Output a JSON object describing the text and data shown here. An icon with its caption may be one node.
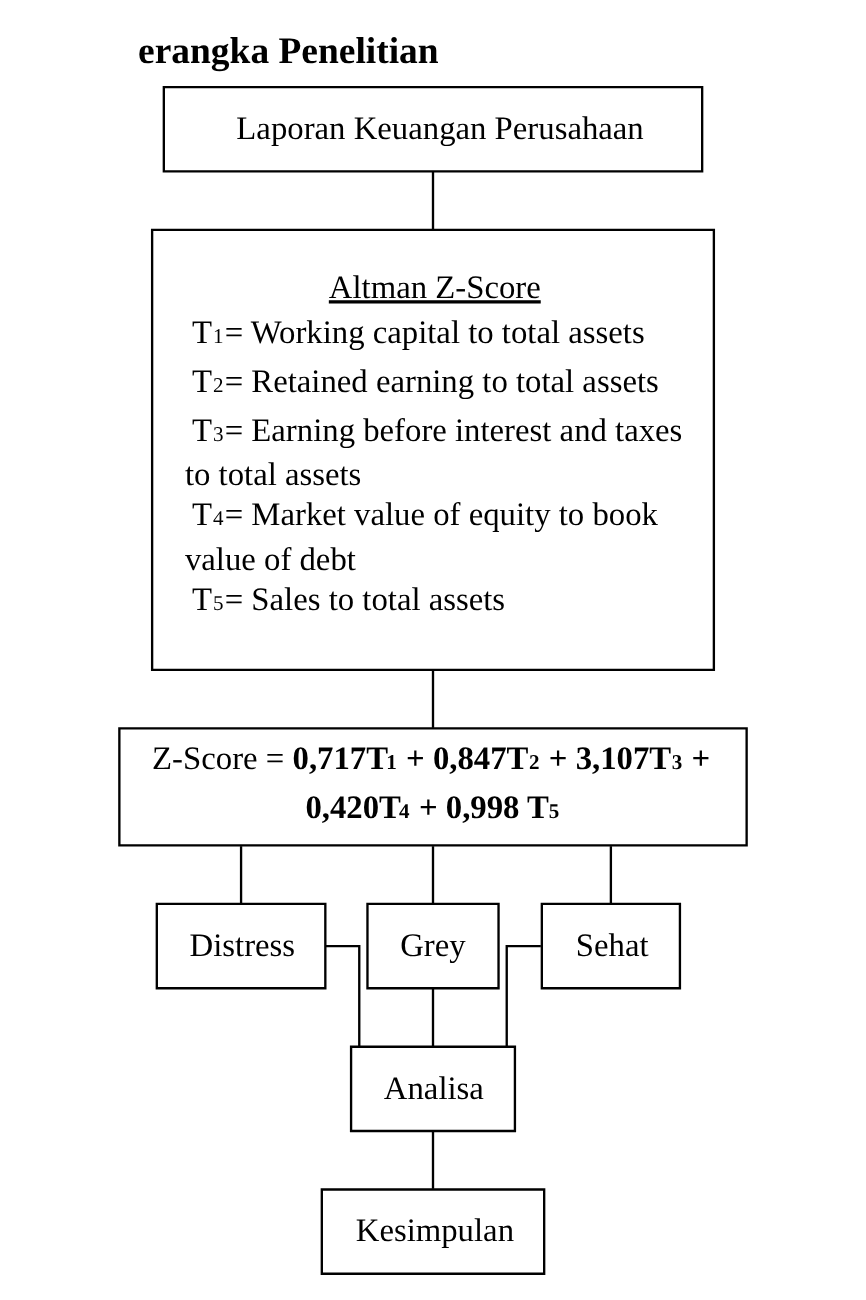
{
  "diagram": {
    "title": "erangka Penelitian",
    "nodes": [
      {
        "text": [
          "Laporan Keuangan Perusahaan"
        ]
      },
      {
        "text": [
          "Altman Z-Score",
          "T$^{1}$= Working capital to total assets",
          "T$^{2}$= Retained earning to total assets",
          "T$^{3}$= Earning before interest and taxes to total assets",
          "T$^{4}$= Market value of equity to book value of debt",
          "T$^{5}$= Sales to total assets"
        ]
      },
      {
        "text": [
          "Z-Score = **0,717T$^{1}$ + 0,847T$^{2}$ + 3,107T$^{3}$ + 0,420T$^{4}$ + 0,998 T$^{5}$**"
        ]
      },
      {
        "text": [
          "Distress"
        ]
      },
      {
        "text": [
          "Grey"
        ]
      },
      {
        "text": [
          "Sehat"
        ]
      },
      {
        "text": [
          "Analisa"
        ]
      },
      {
        "text": [
          "Kesimpulan"
        ]
      }
    ],
    "edges": [
      {
        "from": 0,
        "to": 1,
        "arrow": "none"
      },
      {
        "from": 1,
        "to": 2,
        "arrow": "none"
      },
      {
        "from": 2,
        "to": 3,
        "arrow": "none"
      },
      {
        "from": 2,
        "to": 4,
        "arrow": "none"
      },
      {
        "from": 2,
        "to": 5,
        "arrow": "none"
      },
      {
        "from": 3,
        "to": 6,
        "arrow": "none"
      },
      {
        "from": 4,
        "to": 6,
        "arrow": "none"
      },
      {
        "from": 5,
        "to": 6,
        "arrow": "none"
      },
      {
        "from": 6,
        "to": 7,
        "arrow": "none"
      }
    ]
  }
}
